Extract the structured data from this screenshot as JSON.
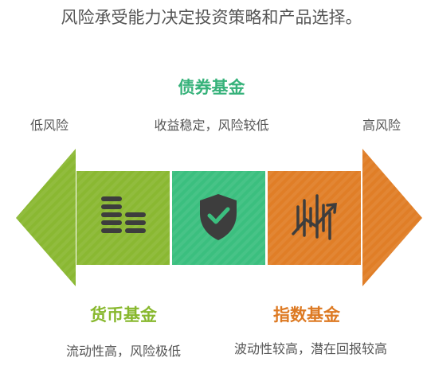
{
  "title": "风险承受能力决定投资策略和产品选择。",
  "axis": {
    "low_label": "低风险",
    "high_label": "高风险"
  },
  "products": {
    "money_fund": {
      "name": "货币基金",
      "description": "流动性高，风险极低",
      "icon": "stacked-coins-icon",
      "color": "#8ab832"
    },
    "bond_fund": {
      "name": "债券基金",
      "description": "收益稳定，风险较低",
      "icon": "shield-check-icon",
      "color": "#3bbf7f"
    },
    "index_fund": {
      "name": "指数基金",
      "description": "波动性较高，潜在回报较高",
      "icon": "trending-chart-icon",
      "color": "#e07e27"
    }
  }
}
